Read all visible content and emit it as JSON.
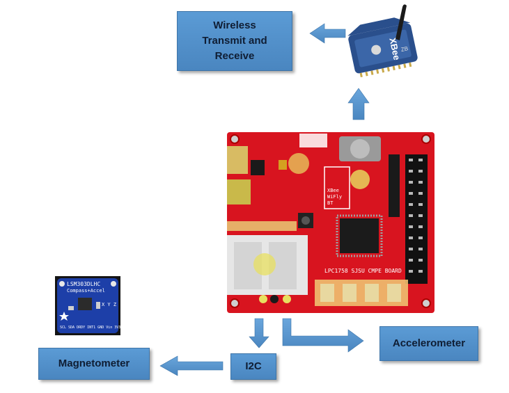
{
  "boxes": {
    "wireless": "Wireless Transmit and Receive",
    "accelerometer": "Accelerometer",
    "magnetometer": "Magnetometer",
    "i2c": "I2C"
  },
  "board": {
    "silk_main": "LPC1758 SJSU CMPE BOARD",
    "silk_xbee": "XBee",
    "silk_wifly": "WiFly",
    "silk_bt": "BT"
  },
  "xbee_module": {
    "brand": "XBee",
    "model": "ZB"
  },
  "mag_module": {
    "title": "LSM303DLHC",
    "subtitle": "Compass+Accel",
    "axes": "X Y Z",
    "pins": "SCL SDA DRDY INT1 GND Vin 3V3"
  },
  "colors": {
    "box_fill": "#5b9bd5",
    "arrow": "#5b9bd5",
    "board": "#d8141f",
    "mag_pcb": "#1d3fa8"
  }
}
